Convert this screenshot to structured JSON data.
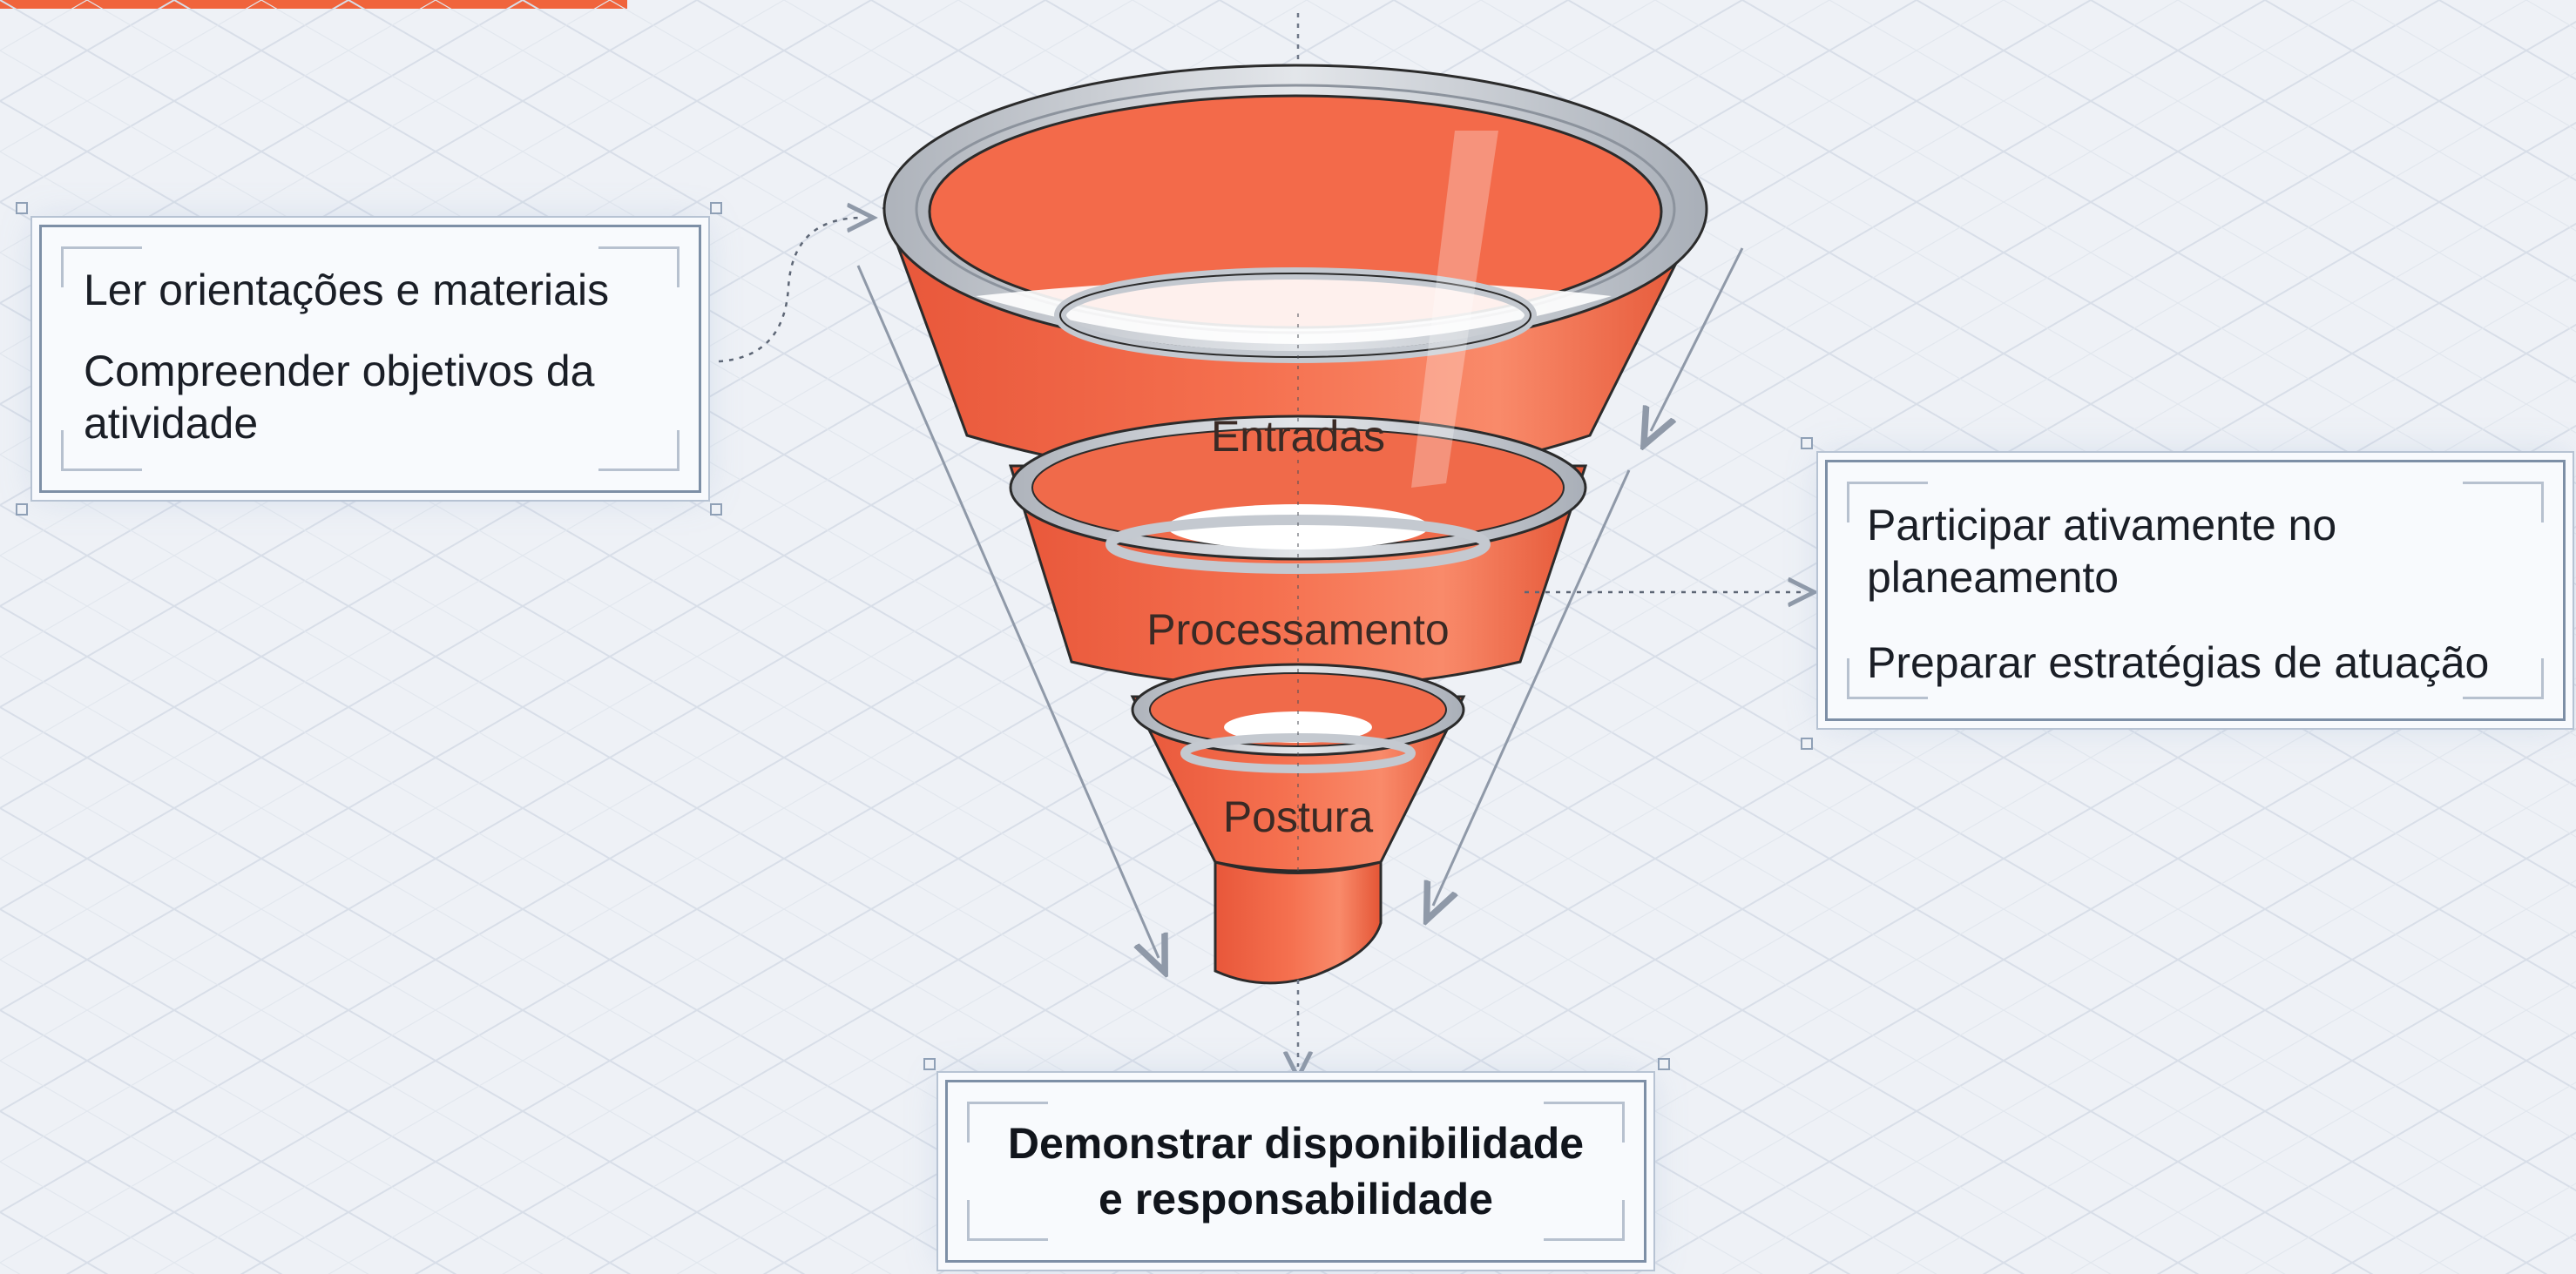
{
  "diagram": {
    "stages": [
      "Entradas",
      "Processamento",
      "Postura"
    ],
    "left_box": {
      "items": [
        "Ler orientações e materiais",
        "Compreender objetivos da atividade"
      ]
    },
    "right_box": {
      "items": [
        "Participar ativamente no planeamento",
        "Preparar estratégias de atuação"
      ]
    },
    "output_box": {
      "line1": "Demonstrar disponibilidade",
      "line2": "e responsabilidade"
    },
    "colors": {
      "funnel": "#f2694a",
      "funnel_inner": "#f47352",
      "ring": "#c8ccd3",
      "title_accent": "#f0643c",
      "grid": "#d9dfe8",
      "arrow": "#8f99a8"
    }
  }
}
